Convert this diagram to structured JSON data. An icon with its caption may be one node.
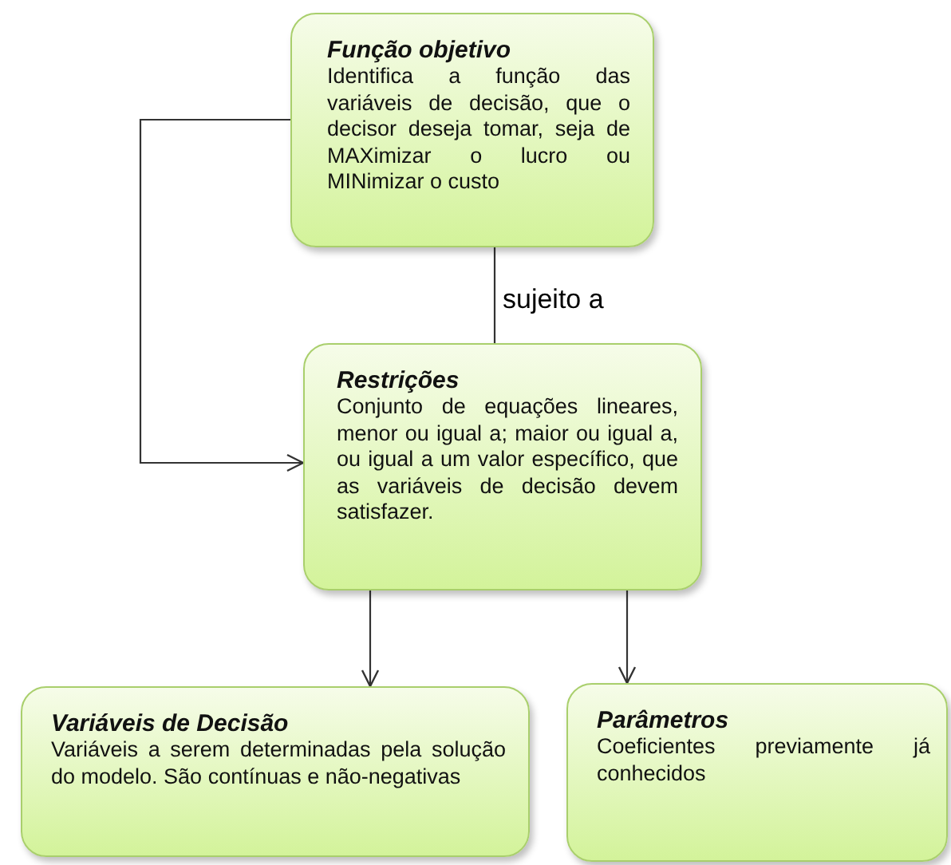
{
  "diagram": {
    "nodes": [
      {
        "text": [
          "Função objetivo",
          "Identifica a função das variáveis de decisão, que o decisor deseja tomar, seja de MAXimizar o lucro ou MINimizar o custo"
        ]
      },
      {
        "text": [
          "Restrições",
          "Conjunto de equações lineares, menor ou igual a; maior ou igual a, ou igual a um valor específico, que as variáveis de decisão devem satisfazer."
        ]
      },
      {
        "text": [
          "Variáveis de Decisão",
          "Variáveis a serem determinadas pela solução do modelo. São contínuas e não-negativas"
        ]
      },
      {
        "text": [
          "Parâmetros",
          "Coeficientes previamente já conhecidos"
        ]
      }
    ],
    "edges": [
      {
        "from": 0,
        "to": 1,
        "arrow": "none",
        "label": "sujeito a"
      },
      {
        "from": 0,
        "to": 1,
        "arrow": "to"
      },
      {
        "from": 1,
        "to": 2,
        "arrow": "to"
      },
      {
        "from": 1,
        "to": 3,
        "arrow": "to"
      }
    ]
  }
}
